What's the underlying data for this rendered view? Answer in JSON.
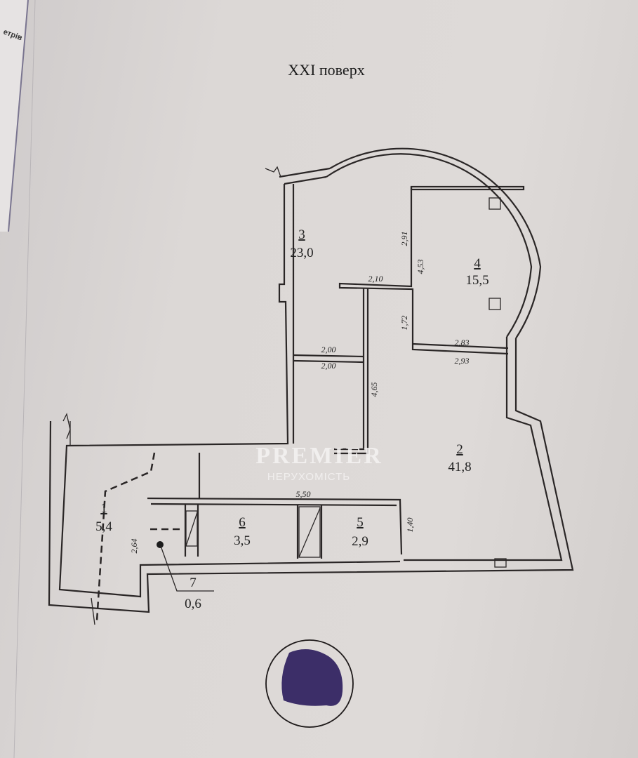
{
  "page": {
    "title": "XXI поверх",
    "edge_text": "етрів"
  },
  "rooms": [
    {
      "number": "1",
      "area": "5,4"
    },
    {
      "number": "2",
      "area": "41,8"
    },
    {
      "number": "3",
      "area": "23,0"
    },
    {
      "number": "4",
      "area": "15,5"
    },
    {
      "number": "5",
      "area": "2,9"
    },
    {
      "number": "6",
      "area": "3,5"
    },
    {
      "number": "7",
      "area": "0,6"
    }
  ],
  "dimensions": {
    "d_291": "2,91",
    "d_453": "4,53",
    "d_210": "2,10",
    "d_172": "1,72",
    "d_283": "2,83",
    "d_293": "2,93",
    "d_200a": "2,00",
    "d_200b": "2,00",
    "d_465": "4,65",
    "d_550": "5,50",
    "d_140": "1,40",
    "d_264": "2,64"
  },
  "watermark": {
    "brand": "PREMIER",
    "subtitle": "НЕРУХОМІСТЬ"
  },
  "colors": {
    "paper": "#dcd8d6",
    "ink": "#2a2626",
    "stamp": "#2e1f5e"
  }
}
